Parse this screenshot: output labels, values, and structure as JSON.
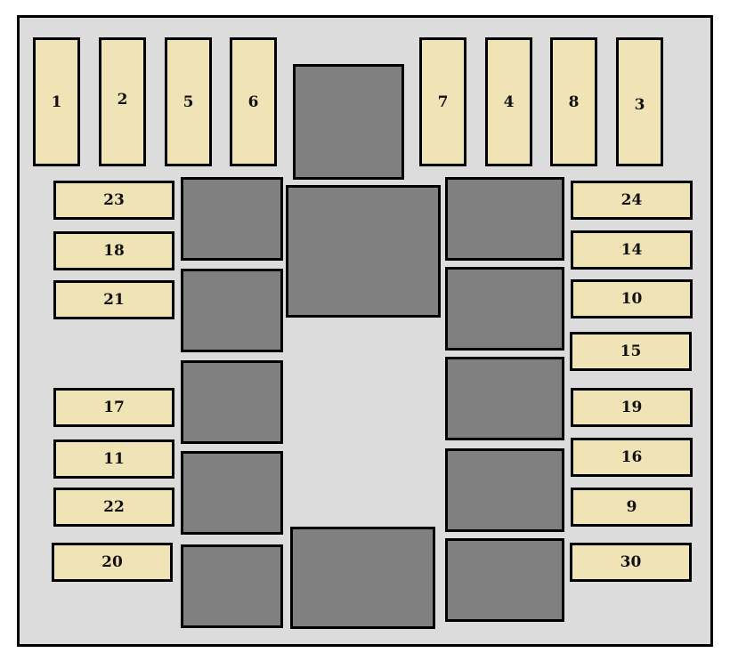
{
  "diagram": {
    "colors": {
      "panel": "#dcdcdc",
      "fuse": "#f0e4b6",
      "relay": "#808080",
      "outline": "#000000"
    },
    "vertical_fuses": [
      {
        "id": "fuse-1",
        "label": "1"
      },
      {
        "id": "fuse-2",
        "label": "2"
      },
      {
        "id": "fuse-5",
        "label": "5"
      },
      {
        "id": "fuse-6",
        "label": "6"
      },
      {
        "id": "fuse-7",
        "label": "7"
      },
      {
        "id": "fuse-4",
        "label": "4"
      },
      {
        "id": "fuse-8",
        "label": "8"
      },
      {
        "id": "fuse-3",
        "label": "3"
      }
    ],
    "left_fuses": [
      {
        "id": "fuse-23",
        "label": "23"
      },
      {
        "id": "fuse-18",
        "label": "18"
      },
      {
        "id": "fuse-21",
        "label": "21"
      },
      {
        "id": "fuse-17",
        "label": "17"
      },
      {
        "id": "fuse-11",
        "label": "11"
      },
      {
        "id": "fuse-22",
        "label": "22"
      },
      {
        "id": "fuse-20",
        "label": "20"
      }
    ],
    "right_fuses": [
      {
        "id": "fuse-24",
        "label": "24"
      },
      {
        "id": "fuse-14",
        "label": "14"
      },
      {
        "id": "fuse-10",
        "label": "10"
      },
      {
        "id": "fuse-15",
        "label": "15"
      },
      {
        "id": "fuse-19",
        "label": "19"
      },
      {
        "id": "fuse-16",
        "label": "16"
      },
      {
        "id": "fuse-9",
        "label": "9"
      },
      {
        "id": "fuse-30",
        "label": "30"
      }
    ]
  }
}
